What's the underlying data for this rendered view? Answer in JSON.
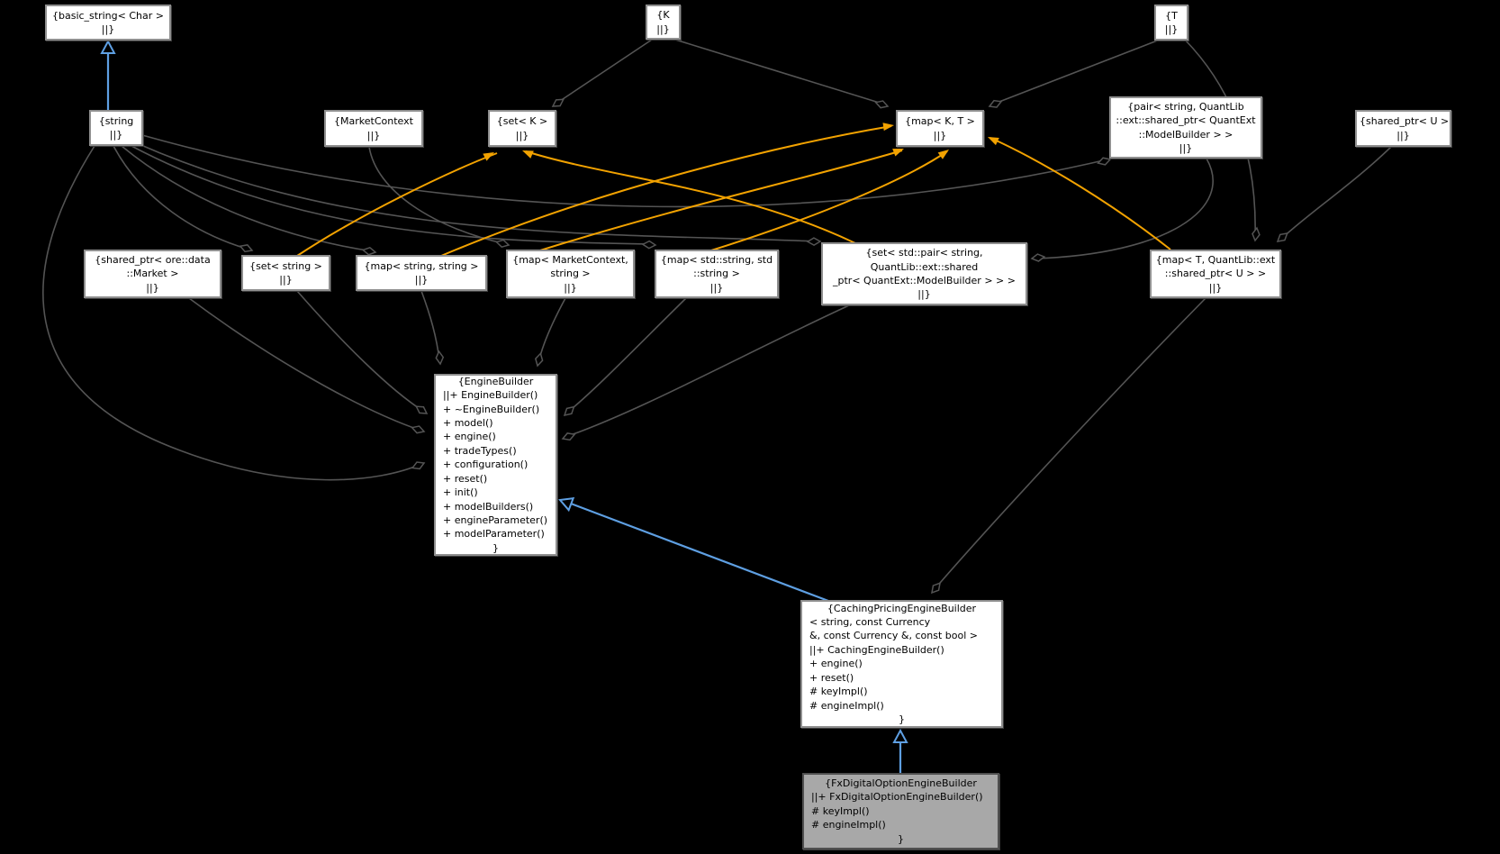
{
  "diagram_title": "EngineBuilder collaboration graph",
  "colors": {
    "background": "#000000",
    "node_background": "#ffffff",
    "node_border": "#8f8f8f",
    "highlight_node_background": "#a8a8a8",
    "aggregation_edge": "#545454",
    "inheritance_edge": "#5e9fe2",
    "template_edge": "#f2a200",
    "text": "#000000"
  },
  "nodes": {
    "basic_string": {
      "lines": [
        "{basic_string< Char >",
        "||}"
      ]
    },
    "k": {
      "lines": [
        "{K",
        "||}"
      ]
    },
    "t": {
      "lines": [
        "{T",
        "||}"
      ]
    },
    "string": {
      "lines": [
        "{string",
        "||}"
      ]
    },
    "market_context": {
      "lines": [
        "{MarketContext",
        "||}"
      ]
    },
    "set_k": {
      "lines": [
        "{set< K >",
        "||}"
      ]
    },
    "map_k_t": {
      "lines": [
        "{map< K, T >",
        "||}"
      ]
    },
    "pair_string_modelbuilder": {
      "lines": [
        "{pair< string, QuantLib",
        "::ext::shared_ptr< QuantExt",
        "::ModelBuilder > >",
        "||}"
      ]
    },
    "shared_ptr_u": {
      "lines": [
        "{shared_ptr< U >",
        "||}"
      ]
    },
    "shared_ptr_market": {
      "lines": [
        "{shared_ptr< ore::data",
        "::Market >",
        "||}"
      ]
    },
    "set_string": {
      "lines": [
        "{set< string >",
        "||}"
      ]
    },
    "map_string_string": {
      "lines": [
        "{map< string, string >",
        "||}"
      ]
    },
    "map_marketcontext_string": {
      "lines": [
        "{map< MarketContext,",
        "string >",
        "||}"
      ]
    },
    "map_stdstring_stdstring": {
      "lines": [
        "{map< std::string, std",
        "::string >",
        "||}"
      ]
    },
    "set_pair_modelbuilder": {
      "lines": [
        "{set< std::pair< string,",
        " QuantLib::ext::shared",
        "_ptr< QuantExt::ModelBuilder > > >",
        "||}"
      ]
    },
    "map_t_shared_ptr_u": {
      "lines": [
        "{map< T, QuantLib::ext",
        "::shared_ptr< U > >",
        "||}"
      ]
    },
    "engine_builder": {
      "lines": [
        "{EngineBuilder",
        "||+ EngineBuilder()",
        "+ ~EngineBuilder()",
        "+ model()",
        "+ engine()",
        "+ tradeTypes()",
        "+ configuration()",
        "+ reset()",
        "+ init()",
        "+ modelBuilders()",
        "+ engineParameter()",
        "+ modelParameter()",
        "}"
      ]
    },
    "caching_pricing_engine_builder": {
      "lines": [
        "{CachingPricingEngineBuilder",
        "< string, const Currency",
        " &, const Currency &, const bool >",
        "||+ CachingEngineBuilder()",
        "+ engine()",
        "+ reset()",
        "# keyImpl()",
        "# engineImpl()",
        "}"
      ]
    },
    "fx_digital_option_engine_builder": {
      "lines": [
        "{FxDigitalOptionEngineBuilder",
        "||+ FxDigitalOptionEngineBuilder()",
        "# keyImpl()",
        "# engineImpl()",
        "}"
      ]
    }
  }
}
